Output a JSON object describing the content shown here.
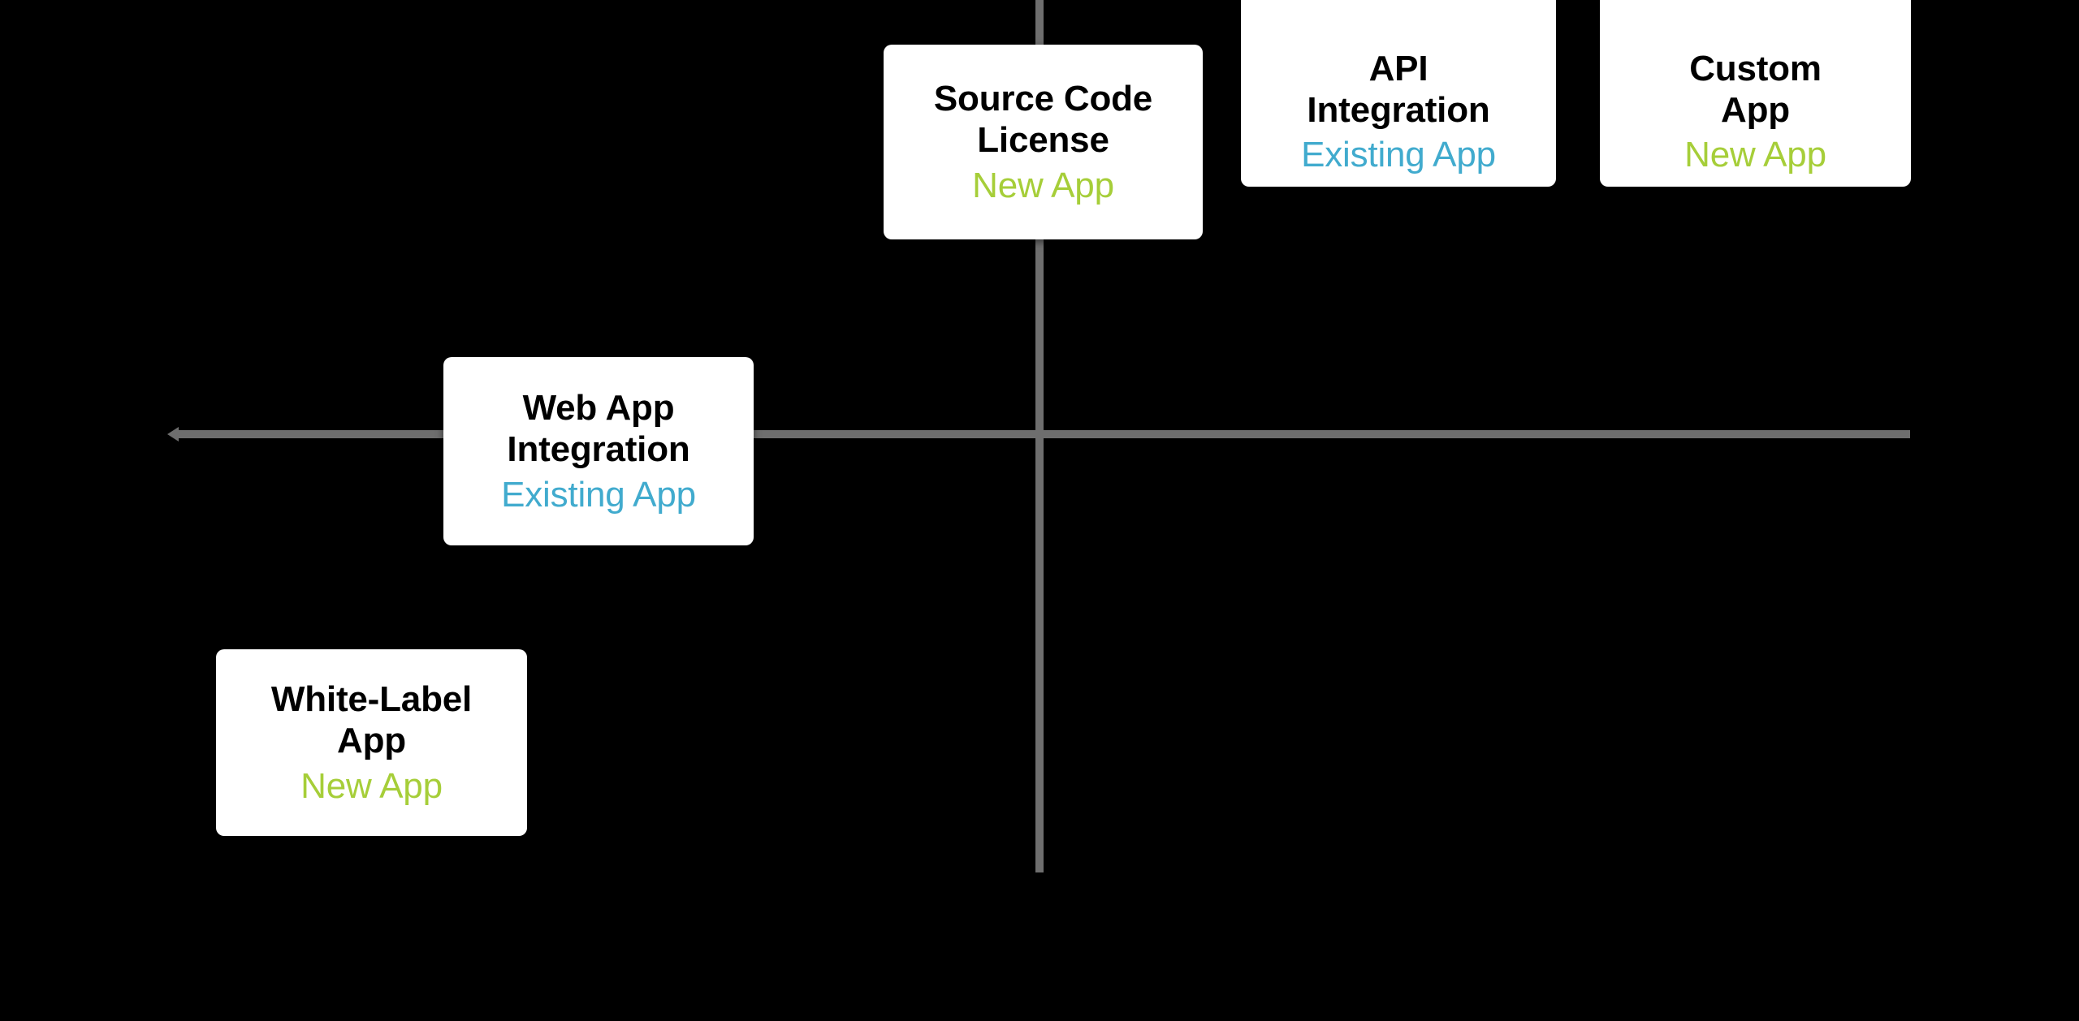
{
  "diagram": {
    "background_color": "#000000",
    "axis_color": "#6e6e6e",
    "card_background": "#ffffff",
    "legend_colors": {
      "new_app": "#a6ce39",
      "existing_app": "#41abce"
    },
    "axes": {
      "horizontal": {
        "name": "horizontal-axis",
        "has_left_arrow": true
      },
      "vertical": {
        "name": "vertical-axis",
        "has_left_arrow": false
      }
    },
    "cards": [
      {
        "id": "source-code-license",
        "title_line1": "Source Code",
        "title_line2": "License",
        "subtitle": "New App",
        "subtitle_type": "new"
      },
      {
        "id": "api-integration",
        "title_line1": "API",
        "title_line2": "Integration",
        "subtitle": "Existing App",
        "subtitle_type": "existing"
      },
      {
        "id": "custom-app",
        "title_line1": "Custom",
        "title_line2": "App",
        "subtitle": "New App",
        "subtitle_type": "new"
      },
      {
        "id": "web-app-integration",
        "title_line1": "Web App",
        "title_line2": "Integration",
        "subtitle": "Existing App",
        "subtitle_type": "existing"
      },
      {
        "id": "white-label-app",
        "title_line1": "White-Label",
        "title_line2": "App",
        "subtitle": "New App",
        "subtitle_type": "new"
      }
    ]
  }
}
